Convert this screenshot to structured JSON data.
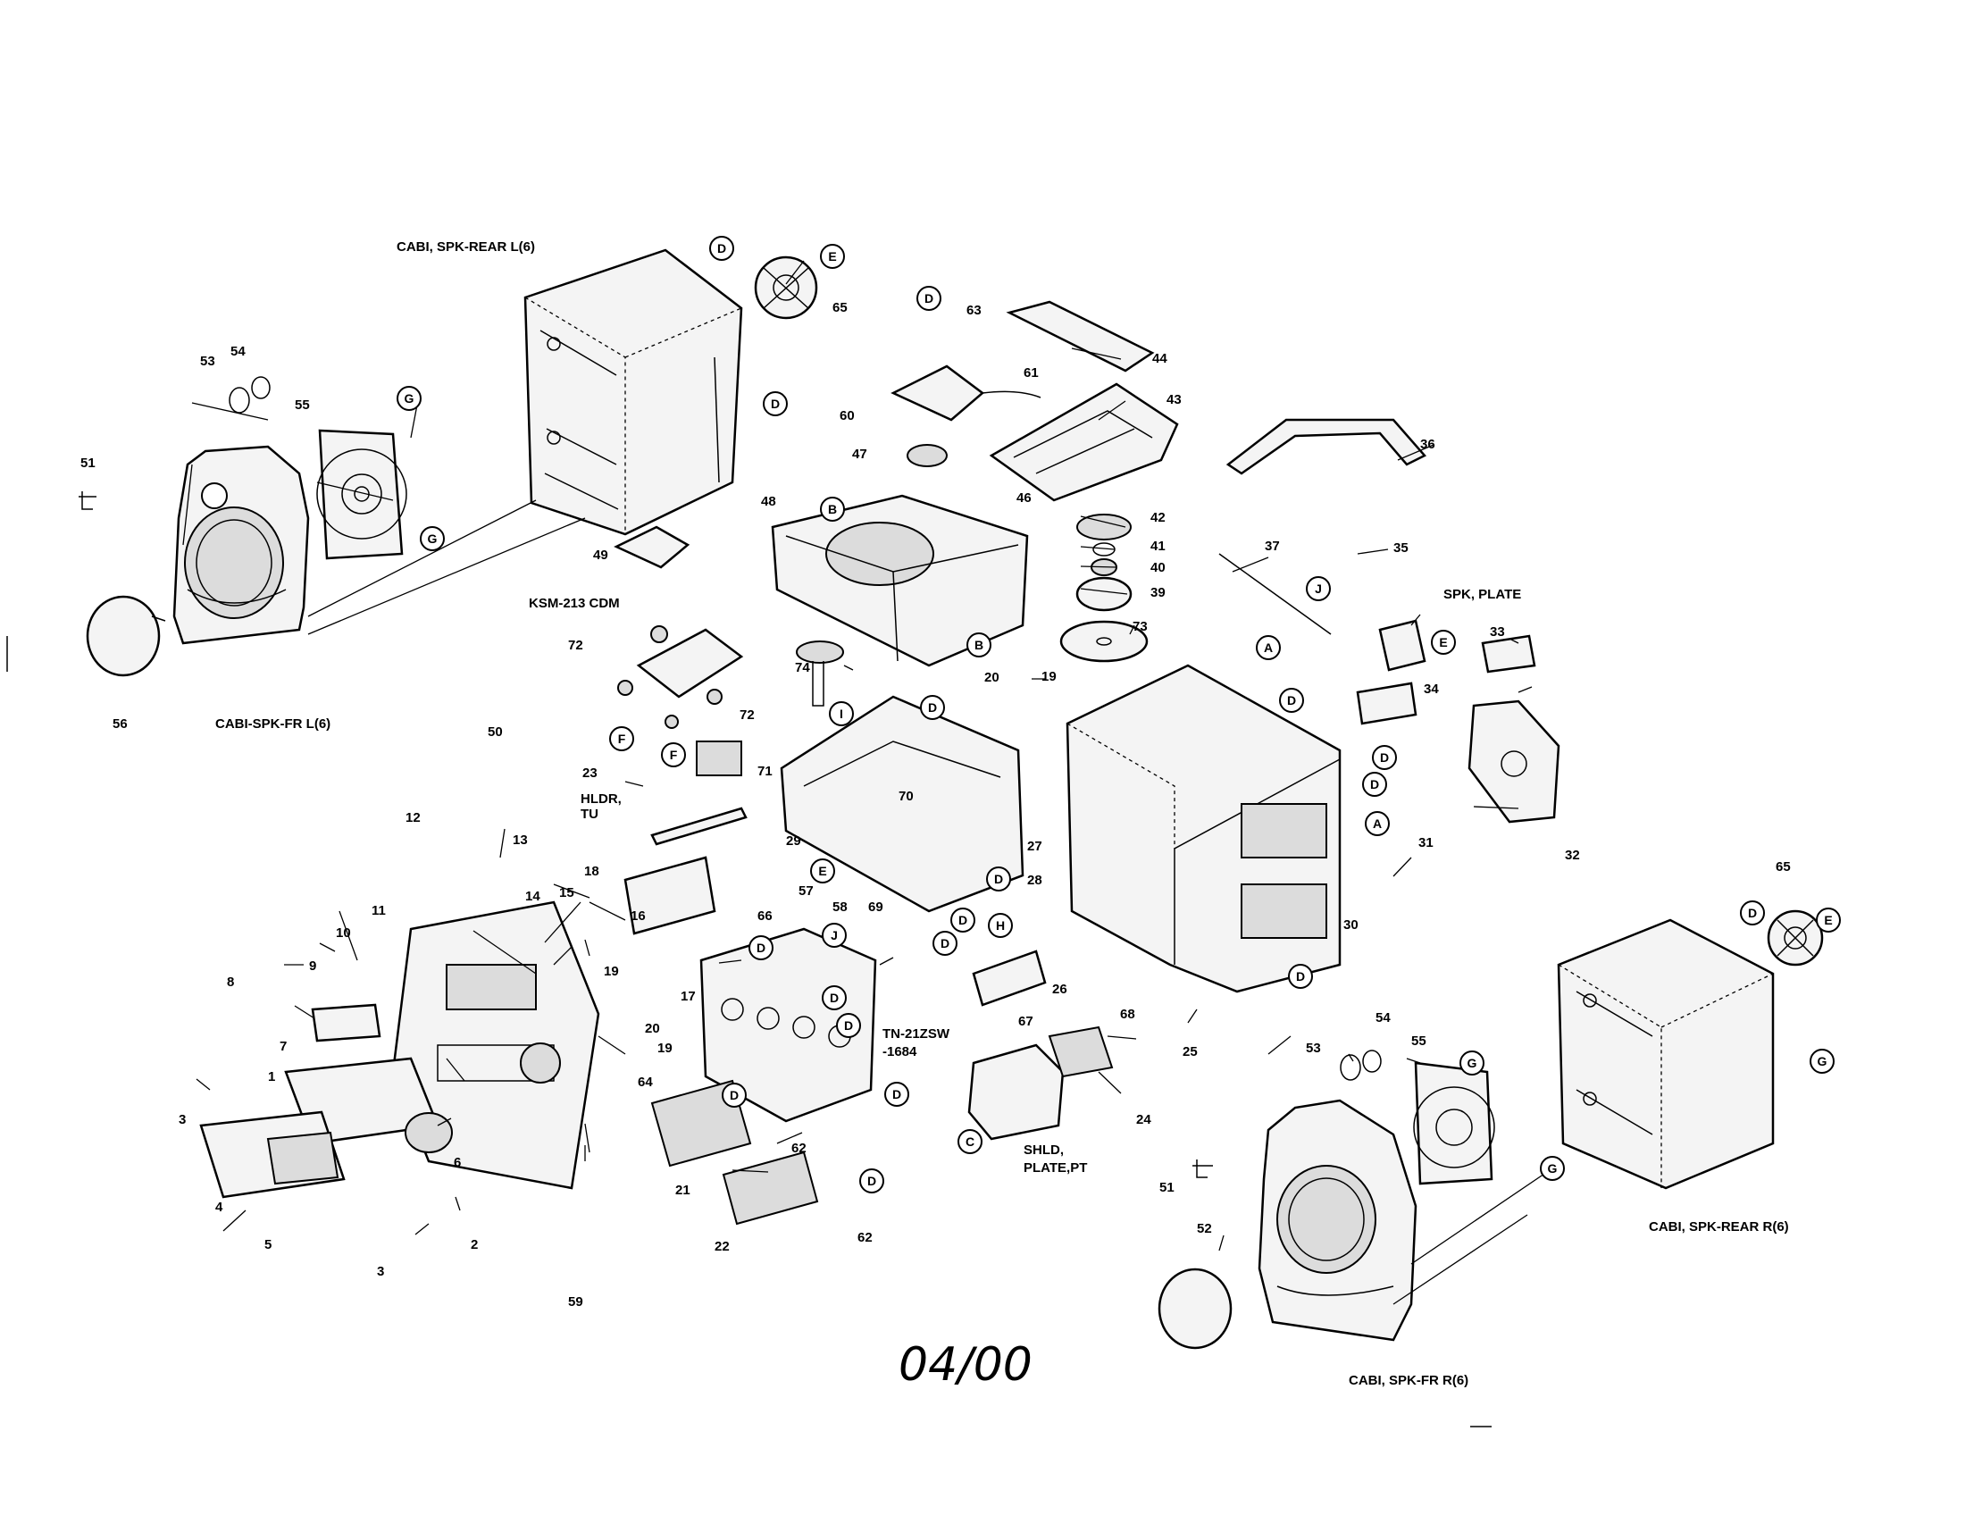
{
  "assembly_labels": {
    "cabi_spk_rear_l": "CABI, SPK-REAR L(6)",
    "cabi_spk_fr_l": "CABI-SPK-FR L(6)",
    "ksm_cdm": "KSM-213 CDM",
    "spk_plate": "SPK, PLATE",
    "hldr_tu_1": "HLDR,",
    "hldr_tu_2": "TU",
    "tn_1": "TN-21ZSW",
    "tn_2": "-1684",
    "shld_1": "SHLD,",
    "shld_2": "PLATE,PT",
    "cabi_spk_rear_r": "CABI, SPK-REAR R(6)",
    "cabi_spk_fr_r": "CABI, SPK-FR R(6)"
  },
  "date_code": "04/00",
  "part_numbers": [
    "1",
    "2",
    "3",
    "3",
    "4",
    "5",
    "6",
    "7",
    "8",
    "9",
    "10",
    "11",
    "12",
    "13",
    "14",
    "15",
    "16",
    "17",
    "18",
    "19",
    "19",
    "19",
    "20",
    "20",
    "21",
    "22",
    "23",
    "24",
    "25",
    "26",
    "27",
    "28",
    "29",
    "30",
    "31",
    "32",
    "33",
    "34",
    "35",
    "36",
    "37",
    "39",
    "40",
    "41",
    "42",
    "43",
    "44",
    "46",
    "47",
    "48",
    "49",
    "50",
    "51",
    "51",
    "52",
    "53",
    "53",
    "54",
    "54",
    "55",
    "55",
    "56",
    "57",
    "58",
    "59",
    "60",
    "61",
    "62",
    "62",
    "63",
    "64",
    "65",
    "65",
    "66",
    "67",
    "68",
    "69",
    "70",
    "71",
    "72",
    "72",
    "73",
    "74"
  ],
  "reference_letters": [
    "A",
    "A",
    "B",
    "B",
    "C",
    "D",
    "D",
    "D",
    "D",
    "D",
    "D",
    "D",
    "D",
    "D",
    "D",
    "D",
    "D",
    "D",
    "D",
    "D",
    "D",
    "D",
    "D",
    "E",
    "E",
    "E",
    "E",
    "F",
    "F",
    "G",
    "G",
    "G",
    "G",
    "G",
    "H",
    "I",
    "J",
    "J"
  ]
}
